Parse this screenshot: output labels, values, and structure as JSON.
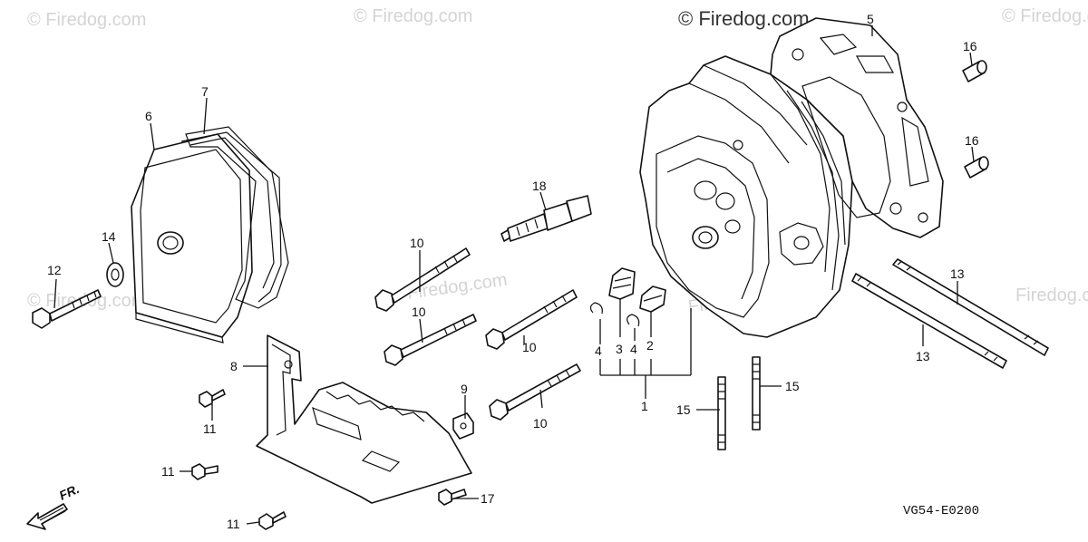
{
  "watermarks": {
    "w1": "© Firedog.com",
    "w2": "© Firedog.com",
    "w3": "© Firedog.com",
    "w4": "© Firedog.com",
    "w5": "Firedog.com",
    "w6": "© Firedog.com",
    "w7": "Firedog.com",
    "w8": "Firedog.com"
  },
  "diagram_code": "VG54-E0200",
  "direction_label": "FR.",
  "callouts": {
    "c1": "1",
    "c2": "2",
    "c3": "3",
    "c4a": "4",
    "c4b": "4",
    "c5": "5",
    "c6": "6",
    "c7": "7",
    "c8": "8",
    "c9": "9",
    "c10a": "10",
    "c10b": "10",
    "c10c": "10",
    "c10d": "10",
    "c11a": "11",
    "c11b": "11",
    "c11c": "11",
    "c12": "12",
    "c13a": "13",
    "c13b": "13",
    "c14": "14",
    "c15a": "15",
    "c15b": "15",
    "c16a": "16",
    "c16b": "16",
    "c17": "17",
    "c18": "18"
  }
}
